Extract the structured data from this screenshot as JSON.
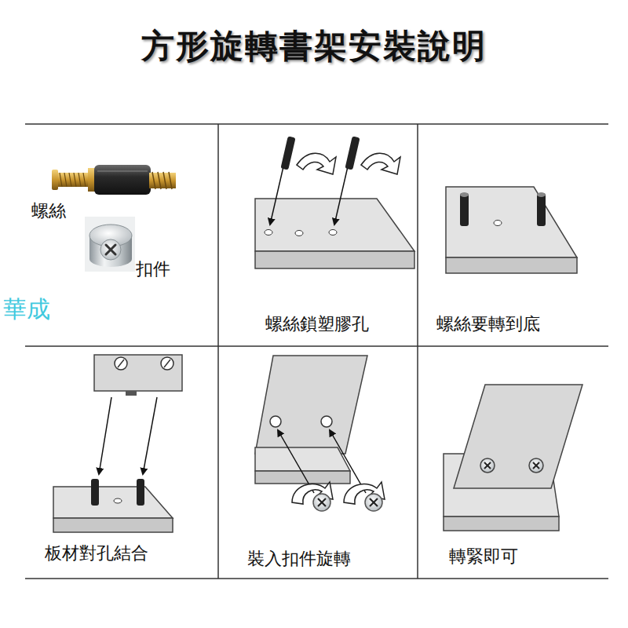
{
  "diagram": {
    "title": "方形旋轉書架安裝說明",
    "labels": [
      "螺絲",
      "扣件",
      "華成",
      "螺絲鎖塑膠孔",
      "螺絲要轉到底",
      "板材對孔結合",
      "裝入扣件旋轉",
      "轉緊即可"
    ]
  }
}
